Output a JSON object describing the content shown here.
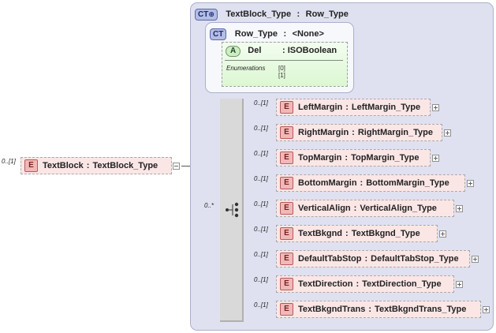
{
  "root_element": {
    "cardinality": "0..[1]",
    "badge": "E",
    "name": "TextBlock",
    "sep": ":",
    "type": "TextBlock_Type"
  },
  "complex_type": {
    "badge": "CT",
    "name": "TextBlock_Type",
    "sep": ":",
    "base": "Row_Type"
  },
  "base_type": {
    "badge": "CT",
    "name": "Row_Type",
    "sep": ":",
    "base": "<None>"
  },
  "attribute": {
    "badge": "A",
    "name": "Del",
    "sep": ":",
    "type": "ISOBoolean",
    "enumerations_label": "Enumerations",
    "enumerations": [
      "[0]",
      "[1]"
    ]
  },
  "sequence_cardinality": "0..*",
  "children": [
    {
      "cardinality": "0..[1]",
      "badge": "E",
      "name": "LeftMargin",
      "sep": ":",
      "type": "LeftMargin_Type"
    },
    {
      "cardinality": "0..[1]",
      "badge": "E",
      "name": "RightMargin",
      "sep": ":",
      "type": "RightMargin_Type"
    },
    {
      "cardinality": "0..[1]",
      "badge": "E",
      "name": "TopMargin",
      "sep": ":",
      "type": "TopMargin_Type"
    },
    {
      "cardinality": "0..[1]",
      "badge": "E",
      "name": "BottomMargin",
      "sep": ":",
      "type": "BottomMargin_Type"
    },
    {
      "cardinality": "0..[1]",
      "badge": "E",
      "name": "VerticalAlign",
      "sep": ":",
      "type": "VerticalAlign_Type"
    },
    {
      "cardinality": "0..[1]",
      "badge": "E",
      "name": "TextBkgnd",
      "sep": ":",
      "type": "TextBkgnd_Type"
    },
    {
      "cardinality": "0..[1]",
      "badge": "E",
      "name": "DefaultTabStop",
      "sep": ":",
      "type": "DefaultTabStop_Type"
    },
    {
      "cardinality": "0..[1]",
      "badge": "E",
      "name": "TextDirection",
      "sep": ":",
      "type": "TextDirection_Type"
    },
    {
      "cardinality": "0..[1]",
      "badge": "E",
      "name": "TextBkgndTrans",
      "sep": ":",
      "type": "TextBkgndTrans_Type"
    }
  ],
  "colors": {
    "element_fill": "#fbe6e6",
    "complex_type_fill": "#dfe1f0",
    "attribute_fill": "#dcf7d2",
    "sequence_fill": "#d9d9d9"
  }
}
